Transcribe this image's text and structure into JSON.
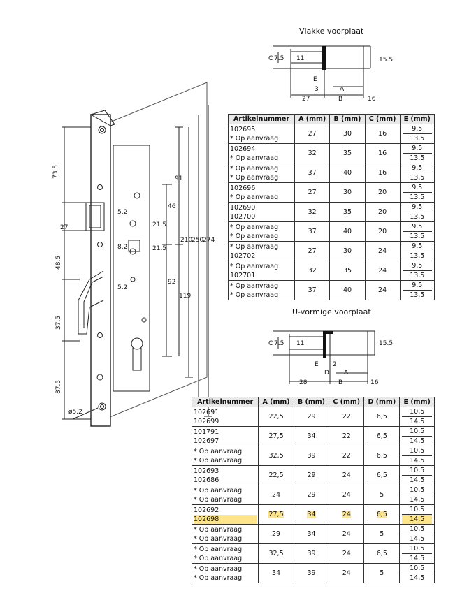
{
  "main_drawing": {
    "dims_left": [
      "73.5",
      "27",
      "48.5",
      "37.5",
      "87.5"
    ],
    "dims_mid": [
      "5.2",
      "21.5",
      "8.2",
      "21.5",
      "5.2"
    ],
    "dims_right": [
      "91",
      "46",
      "92",
      "119",
      "210",
      "250",
      "274"
    ],
    "hole_label": "ø5.2"
  },
  "flat": {
    "title": "Vlakke voorplaat",
    "diagram": {
      "c": "C",
      "c_val": "7.5",
      "v11": "11",
      "v15": "15.5",
      "e": "E",
      "v3": "3",
      "a": "A",
      "b": "B",
      "v27": "27",
      "v16": "16"
    },
    "headers": [
      "Artikelnummer",
      "A (mm)",
      "B (mm)",
      "C (mm)",
      "E (mm)"
    ],
    "rows": [
      {
        "art": [
          "102695",
          "* Op aanvraag"
        ],
        "a": "27",
        "b": "30",
        "c": "16",
        "e": [
          "9,5",
          "13,5"
        ]
      },
      {
        "art": [
          "102694",
          "* Op aanvraag"
        ],
        "a": "32",
        "b": "35",
        "c": "16",
        "e": [
          "9,5",
          "13,5"
        ]
      },
      {
        "art": [
          "* Op aanvraag",
          "* Op aanvraag"
        ],
        "a": "37",
        "b": "40",
        "c": "16",
        "e": [
          "9,5",
          "13,5"
        ]
      },
      {
        "art": [
          "102696",
          "* Op aanvraag"
        ],
        "a": "27",
        "b": "30",
        "c": "20",
        "e": [
          "9,5",
          "13,5"
        ]
      },
      {
        "art": [
          "102690",
          "102700"
        ],
        "a": "32",
        "b": "35",
        "c": "20",
        "e": [
          "9,5",
          "13,5"
        ]
      },
      {
        "art": [
          "* Op aanvraag",
          "* Op aanvraag"
        ],
        "a": "37",
        "b": "40",
        "c": "20",
        "e": [
          "9,5",
          "13,5"
        ]
      },
      {
        "art": [
          "* Op aanvraag",
          "102702"
        ],
        "a": "27",
        "b": "30",
        "c": "24",
        "e": [
          "9,5",
          "13,5"
        ]
      },
      {
        "art": [
          "* Op aanvraag",
          "102701"
        ],
        "a": "32",
        "b": "35",
        "c": "24",
        "e": [
          "9,5",
          "13,5"
        ]
      },
      {
        "art": [
          "* Op aanvraag",
          "* Op aanvraag"
        ],
        "a": "37",
        "b": "40",
        "c": "24",
        "e": [
          "9,5",
          "13,5"
        ]
      }
    ]
  },
  "ushape": {
    "title": "U-vormige voorplaat",
    "diagram": {
      "c": "C",
      "c_val": "7.5",
      "v11": "11",
      "v15": "15.5",
      "e": "E",
      "v2": "2",
      "d": "D",
      "a": "A",
      "b": "B",
      "v28": "28",
      "v16": "16"
    },
    "headers": [
      "Artikelnummer",
      "A (mm)",
      "B (mm)",
      "C (mm)",
      "D (mm)",
      "E (mm)"
    ],
    "rows": [
      {
        "art": [
          "102691",
          "102699"
        ],
        "a": "22,5",
        "b": "29",
        "c": "22",
        "d": "6,5",
        "e": [
          "10,5",
          "14,5"
        ]
      },
      {
        "art": [
          "101791",
          "102697"
        ],
        "a": "27,5",
        "b": "34",
        "c": "22",
        "d": "6,5",
        "e": [
          "10,5",
          "14,5"
        ]
      },
      {
        "art": [
          "* Op aanvraag",
          "* Op aanvraag"
        ],
        "a": "32,5",
        "b": "39",
        "c": "22",
        "d": "6,5",
        "e": [
          "10,5",
          "14,5"
        ]
      },
      {
        "art": [
          "102693",
          "102686"
        ],
        "a": "22,5",
        "b": "29",
        "c": "24",
        "d": "6,5",
        "e": [
          "10,5",
          "14,5"
        ]
      },
      {
        "art": [
          "* Op aanvraag",
          "* Op aanvraag"
        ],
        "a": "24",
        "b": "29",
        "c": "24",
        "d": "5",
        "e": [
          "10,5",
          "14,5"
        ]
      },
      {
        "art": [
          "102692",
          "102698"
        ],
        "a": "27,5",
        "b": "34",
        "c": "24",
        "d": "6,5",
        "e": [
          "10,5",
          "14,5"
        ],
        "highlight": true
      },
      {
        "art": [
          "* Op aanvraag",
          "* Op aanvraag"
        ],
        "a": "29",
        "b": "34",
        "c": "24",
        "d": "5",
        "e": [
          "10,5",
          "14,5"
        ]
      },
      {
        "art": [
          "* Op aanvraag",
          "* Op aanvraag"
        ],
        "a": "32,5",
        "b": "39",
        "c": "24",
        "d": "6,5",
        "e": [
          "10,5",
          "14,5"
        ]
      },
      {
        "art": [
          "* Op aanvraag",
          "* Op aanvraag"
        ],
        "a": "34",
        "b": "39",
        "c": "24",
        "d": "5",
        "e": [
          "10,5",
          "14,5"
        ]
      }
    ]
  },
  "colors": {
    "highlight": "#ffe58a",
    "line": "#222222"
  }
}
